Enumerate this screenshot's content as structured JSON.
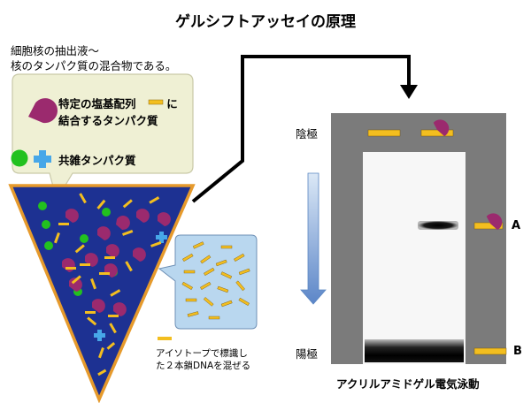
{
  "title": "ゲルシフトアッセイの原理",
  "intro": {
    "line1": "細胞核の抽出液〜",
    "line2": "核のタンパク質の混合物である。"
  },
  "legend": {
    "specific_line1_pre": "特定の塩基配列",
    "specific_line1_post": "に",
    "specific_line2": "結合するタンパク質",
    "nonspecific": "共雑タンパク質"
  },
  "note": {
    "line1": "アイソトープで標識し",
    "line2": "た２本鎖DNAを混ぜる"
  },
  "gel": {
    "cathode": "陰極",
    "anode": "陽極",
    "band_a": "A",
    "band_b": "B",
    "caption": "アクリルアミドゲル電気泳動"
  },
  "colors": {
    "dna": "#f3be1f",
    "protein": "#9b2a6e",
    "green": "#22c11f",
    "blue_cross": "#47a7e8",
    "triangle": "#1d3192",
    "triangle_edge": "#e69a2c",
    "bubble": "#eff0d4",
    "dna_pool": "#b9d7ef",
    "gel_bg": "#7b7b7b"
  }
}
